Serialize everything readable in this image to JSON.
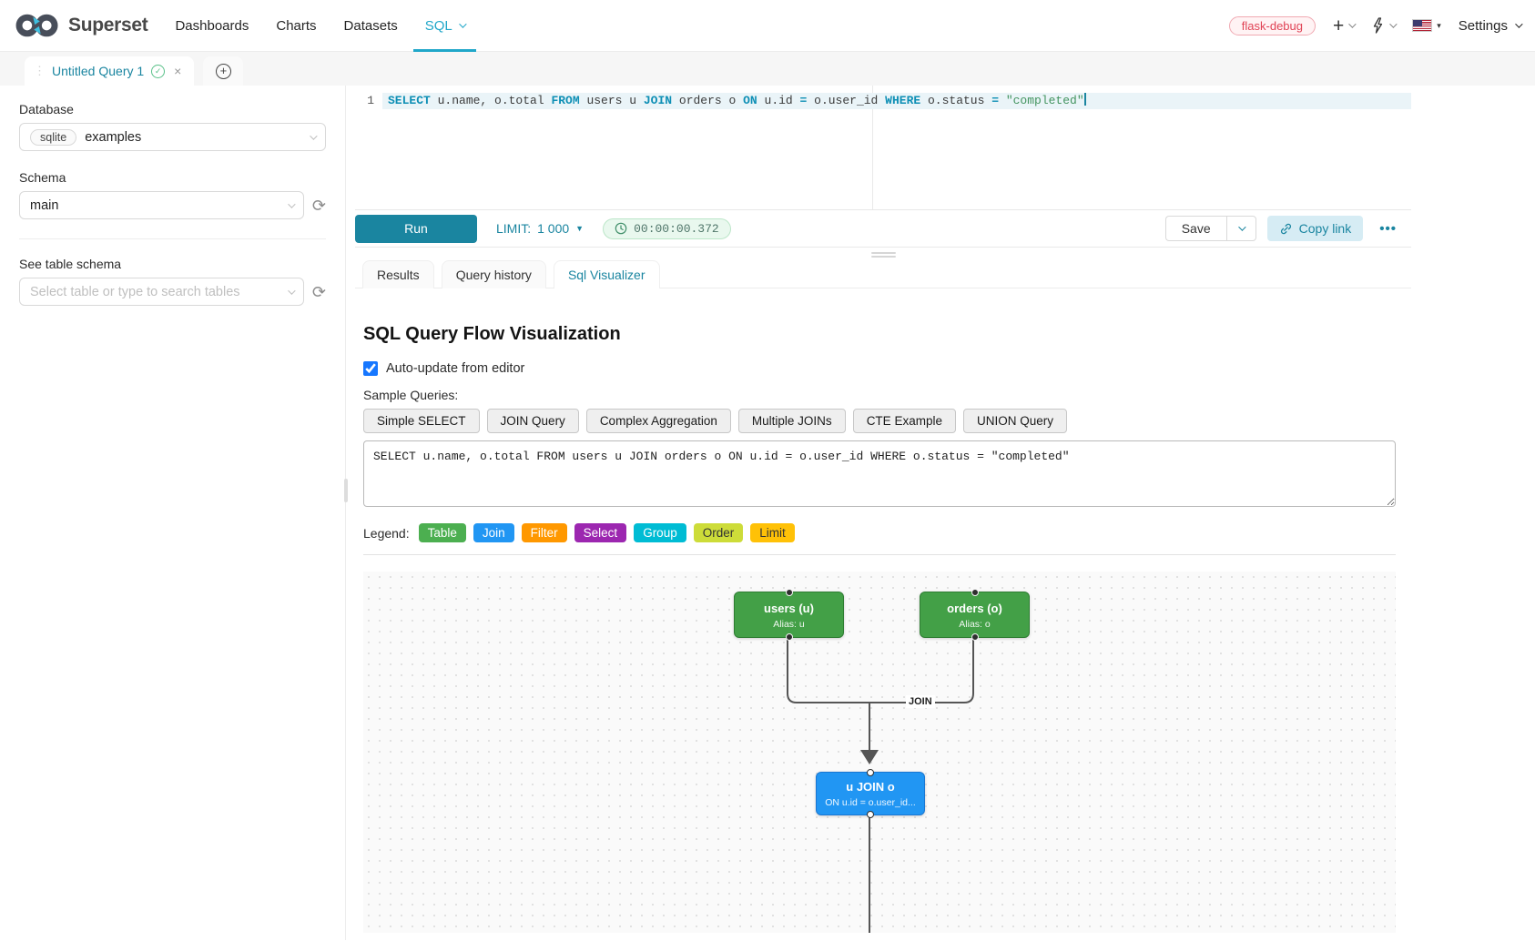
{
  "navbar": {
    "brand": "Superset",
    "items": [
      {
        "label": "Dashboards"
      },
      {
        "label": "Charts"
      },
      {
        "label": "Datasets"
      },
      {
        "label": "SQL"
      }
    ],
    "environment_tag": "flask-debug",
    "settings_label": "Settings"
  },
  "query_tabs": {
    "active_tab_label": "Untitled Query 1",
    "check_glyph": "✓",
    "close_glyph": "×",
    "add_glyph": "+"
  },
  "sidebar": {
    "database_label": "Database",
    "database_engine": "sqlite",
    "database_value": "examples",
    "schema_label": "Schema",
    "schema_value": "main",
    "table_schema_label": "See table schema",
    "table_select_placeholder": "Select table or type to search tables",
    "refresh_glyph": "⟳"
  },
  "editor": {
    "line_number": "1",
    "tokens": [
      {
        "t": "SELECT"
      },
      {
        "t": " u.name, o.total "
      },
      {
        "t": "FROM"
      },
      {
        "t": " users u "
      },
      {
        "t": "JOIN"
      },
      {
        "t": " orders o "
      },
      {
        "t": "ON"
      },
      {
        "t": " u.id "
      },
      {
        "t": "="
      },
      {
        "t": " o.user_id "
      },
      {
        "t": "WHERE"
      },
      {
        "t": " o.status "
      },
      {
        "t": "="
      },
      {
        "t": " "
      },
      {
        "t": "\"completed\""
      }
    ]
  },
  "toolbar": {
    "run_label": "Run",
    "limit_label": "LIMIT:",
    "limit_value": "1 000",
    "limit_caret": "▼",
    "timer_value": "00:00:00.372",
    "save_label": "Save",
    "copy_link_label": "Copy link",
    "more_label": "•••"
  },
  "result_tabs": [
    {
      "label": "Results"
    },
    {
      "label": "Query history"
    },
    {
      "label": "Sql Visualizer"
    }
  ],
  "visualizer": {
    "title": "SQL Query Flow Visualization",
    "auto_update_label": "Auto-update from editor",
    "auto_update_checked": true,
    "sample_queries_label": "Sample Queries:",
    "sample_buttons": [
      "Simple SELECT",
      "JOIN Query",
      "Complex Aggregation",
      "Multiple JOINs",
      "CTE Example",
      "UNION Query"
    ],
    "sql_text": "SELECT u.name, o.total FROM users u JOIN orders o ON u.id = o.user_id WHERE o.status = \"completed\"",
    "legend_label": "Legend:",
    "legend": [
      {
        "label": "Table",
        "color": "#4caf50",
        "text_color": "#ffffff"
      },
      {
        "label": "Join",
        "color": "#2196f3",
        "text_color": "#ffffff"
      },
      {
        "label": "Filter",
        "color": "#ff9800",
        "text_color": "#ffffff"
      },
      {
        "label": "Select",
        "color": "#9c27b0",
        "text_color": "#ffffff"
      },
      {
        "label": "Group",
        "color": "#00bcd4",
        "text_color": "#ffffff"
      },
      {
        "label": "Order",
        "color": "#cddc39",
        "text_color": "#333333"
      },
      {
        "label": "Limit",
        "color": "#ffc107",
        "text_color": "#333333"
      }
    ],
    "flow": {
      "nodes": [
        {
          "id": "users",
          "title": "users (u)",
          "subtitle": "Alias: u",
          "color": "#43a047",
          "border_color": "#2e7d32"
        },
        {
          "id": "orders",
          "title": "orders (o)",
          "subtitle": "Alias: o",
          "color": "#43a047",
          "border_color": "#2e7d32"
        },
        {
          "id": "join",
          "title": "u JOIN o",
          "subtitle": "ON u.id = o.user_id...",
          "color": "#2196f3",
          "border_color": "#1976d2"
        }
      ],
      "edge_label": "JOIN",
      "edge_color": "#555555"
    }
  }
}
